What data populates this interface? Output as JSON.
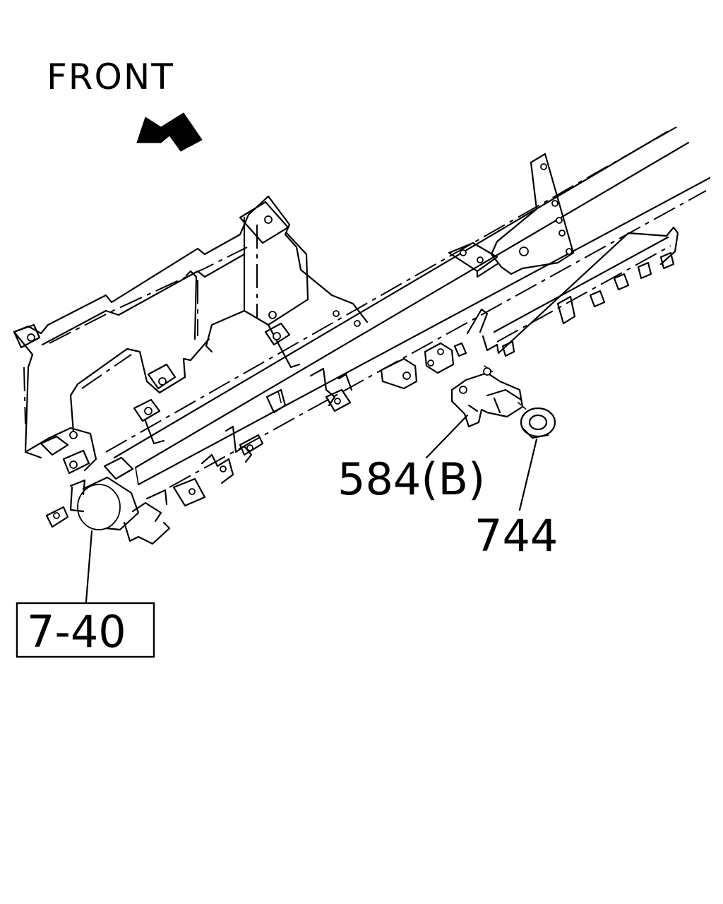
{
  "direction_label": "FRONT",
  "callouts": {
    "sensor_part": "584(B)",
    "grommet_part": "744",
    "reference_box": "7-40"
  }
}
